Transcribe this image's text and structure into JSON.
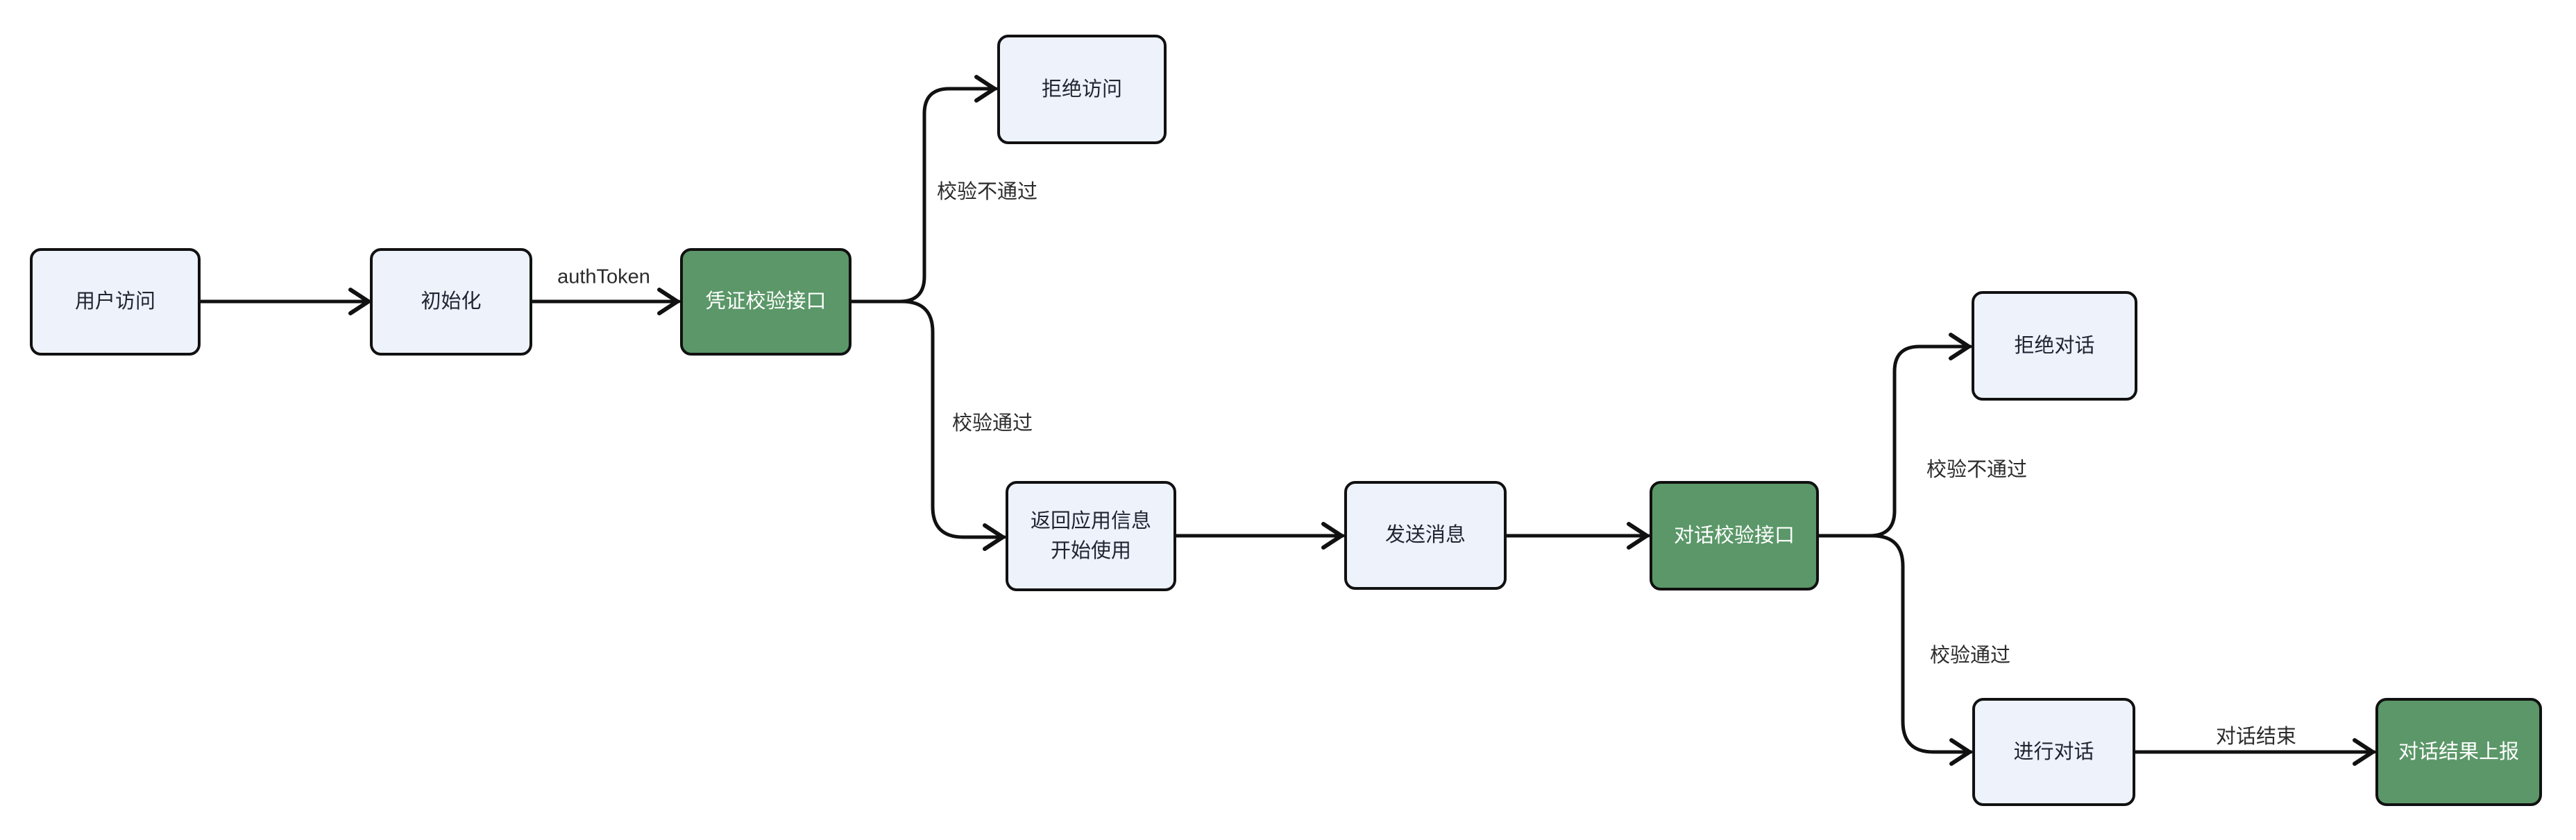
{
  "diagram": {
    "type": "flowchart",
    "background_color": "#ffffff",
    "colors": {
      "node_fill": "#edf2fb",
      "node_border": "#111111",
      "accent_node_fill": "#5b9768",
      "accent_node_text": "#ffffff",
      "edge_stroke": "#111111",
      "label_text": "#2b2b2b"
    },
    "nodes": [
      {
        "id": "user-access",
        "label": "用户访问",
        "accent": false
      },
      {
        "id": "init",
        "label": "初始化",
        "accent": false
      },
      {
        "id": "credential-check-api",
        "label": "凭证校验接口",
        "accent": true
      },
      {
        "id": "deny-access",
        "label": "拒绝访问",
        "accent": false
      },
      {
        "id": "return-app-info",
        "lines": [
          "返回应用信息",
          "开始使用"
        ],
        "accent": false
      },
      {
        "id": "send-message",
        "label": "发送消息",
        "accent": false
      },
      {
        "id": "dialog-check-api",
        "label": "对话校验接口",
        "accent": true
      },
      {
        "id": "deny-dialog",
        "label": "拒绝对话",
        "accent": false
      },
      {
        "id": "do-dialog",
        "label": "进行对话",
        "accent": false
      },
      {
        "id": "dialog-result-report",
        "label": "对话结果上报",
        "accent": true
      }
    ],
    "edge_labels": {
      "auth_token": "authToken",
      "check_fail_1": "校验不通过",
      "check_pass_1": "校验通过",
      "check_fail_2": "校验不通过",
      "check_pass_2": "校验通过",
      "dialog_end": "对话结束"
    },
    "edges": [
      {
        "from": "user-access",
        "to": "init",
        "label": ""
      },
      {
        "from": "init",
        "to": "credential-check-api",
        "label": "authToken"
      },
      {
        "from": "credential-check-api",
        "to": "deny-access",
        "label": "校验不通过"
      },
      {
        "from": "credential-check-api",
        "to": "return-app-info",
        "label": "校验通过"
      },
      {
        "from": "return-app-info",
        "to": "send-message",
        "label": ""
      },
      {
        "from": "send-message",
        "to": "dialog-check-api",
        "label": ""
      },
      {
        "from": "dialog-check-api",
        "to": "deny-dialog",
        "label": "校验不通过"
      },
      {
        "from": "dialog-check-api",
        "to": "do-dialog",
        "label": "校验通过"
      },
      {
        "from": "do-dialog",
        "to": "dialog-result-report",
        "label": "对话结束"
      }
    ]
  }
}
